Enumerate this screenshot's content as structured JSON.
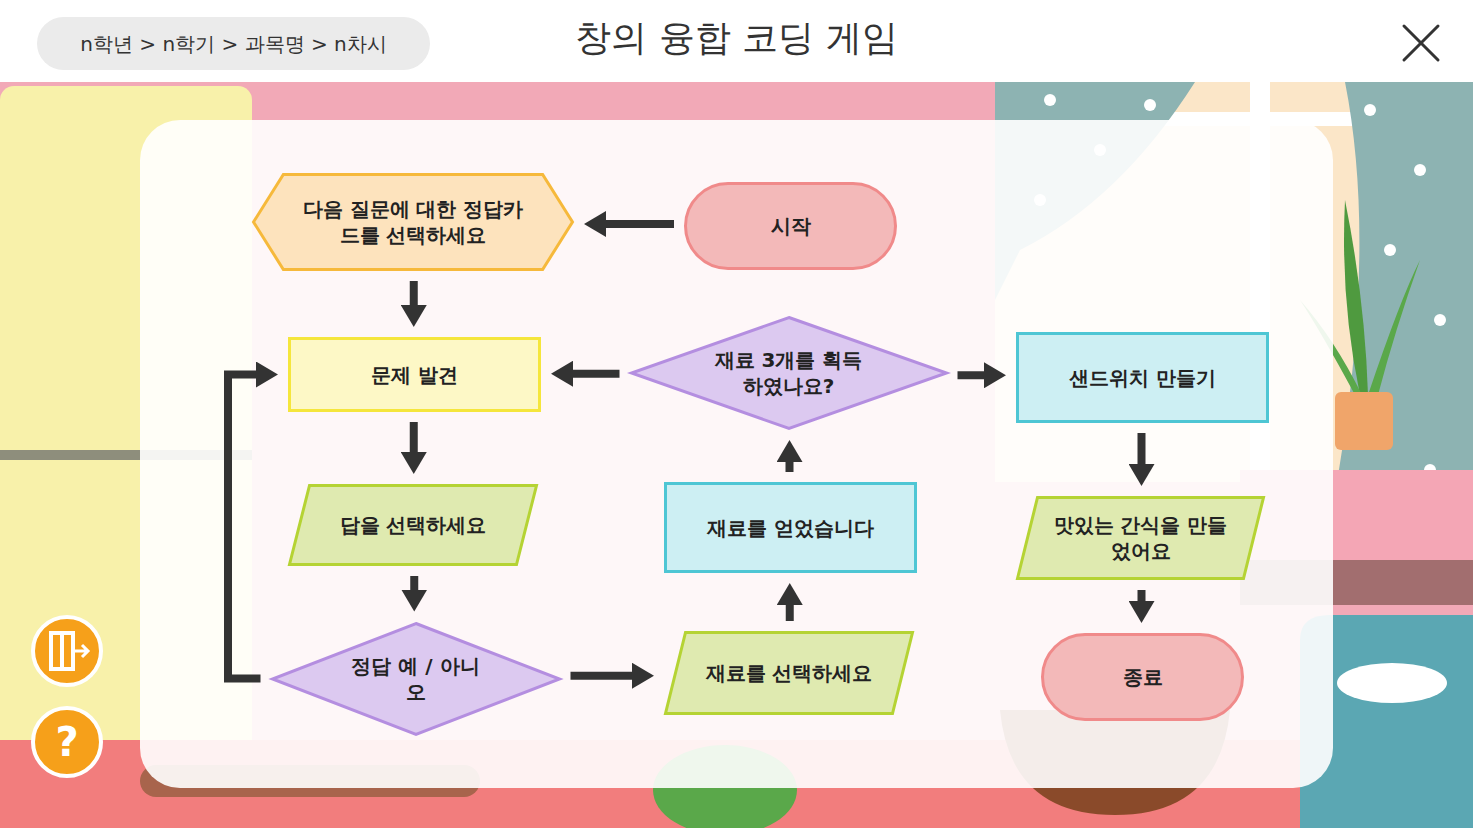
{
  "diagram": {
    "title": "창의 융합 코딩 게임",
    "nodes": [
      {
        "text": [
          "n학년 > n학기 > 과목명 > n차시"
        ]
      },
      {
        "text": [
          "다음 질문에 대한 정답카드를 선택하세요"
        ]
      },
      {
        "text": [
          "시작"
        ]
      },
      {
        "text": [
          "문제 발견"
        ]
      },
      {
        "text": [
          "재료 3개를 획득 하였나요?"
        ]
      },
      {
        "text": [
          "샌드위치 만들기"
        ]
      },
      {
        "text": [
          "답을 선택하세요"
        ]
      },
      {
        "text": [
          "재료를 얻었습니다"
        ]
      },
      {
        "text": [
          "맛있는 간식을 만들었어요"
        ]
      },
      {
        "text": [
          "정답 예 / 아니오"
        ]
      },
      {
        "text": [
          "재료를 선택하세요"
        ]
      },
      {
        "text": [
          "종료"
        ]
      }
    ],
    "edges": [
      {
        "from": 2,
        "to": 1,
        "arrow": "to"
      },
      {
        "from": 1,
        "to": 3,
        "arrow": "to"
      },
      {
        "from": 3,
        "to": 6,
        "arrow": "to"
      },
      {
        "from": 6,
        "to": 9,
        "arrow": "to"
      },
      {
        "from": 9,
        "to": 3,
        "arrow": "to"
      },
      {
        "from": 9,
        "to": 10,
        "arrow": "to"
      },
      {
        "from": 10,
        "to": 7,
        "arrow": "to"
      },
      {
        "from": 7,
        "to": 4,
        "arrow": "to"
      },
      {
        "from": 4,
        "to": 3,
        "arrow": "to"
      },
      {
        "from": 4,
        "to": 5,
        "arrow": "to"
      },
      {
        "from": 5,
        "to": 8,
        "arrow": "to"
      },
      {
        "from": 8,
        "to": 11,
        "arrow": "to"
      }
    ],
    "labels": [
      "?"
    ]
  }
}
